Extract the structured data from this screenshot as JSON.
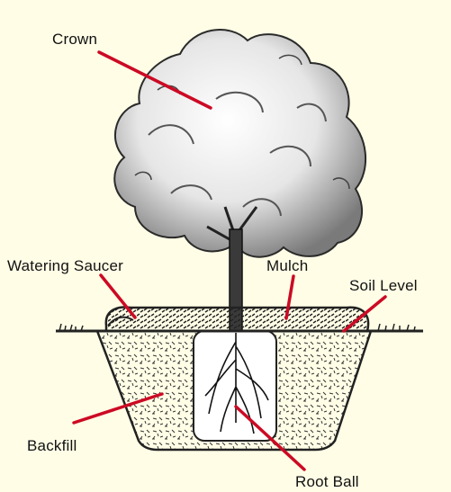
{
  "labels": {
    "crown": "Crown",
    "watering_saucer": "Watering Saucer",
    "mulch": "Mulch",
    "soil_level": "Soil Level",
    "backfill": "Backfill",
    "root_ball": "Root Ball"
  },
  "colors": {
    "background": "#fffde6",
    "leader_line": "#cc0a24",
    "ink": "#1a1a1a"
  }
}
